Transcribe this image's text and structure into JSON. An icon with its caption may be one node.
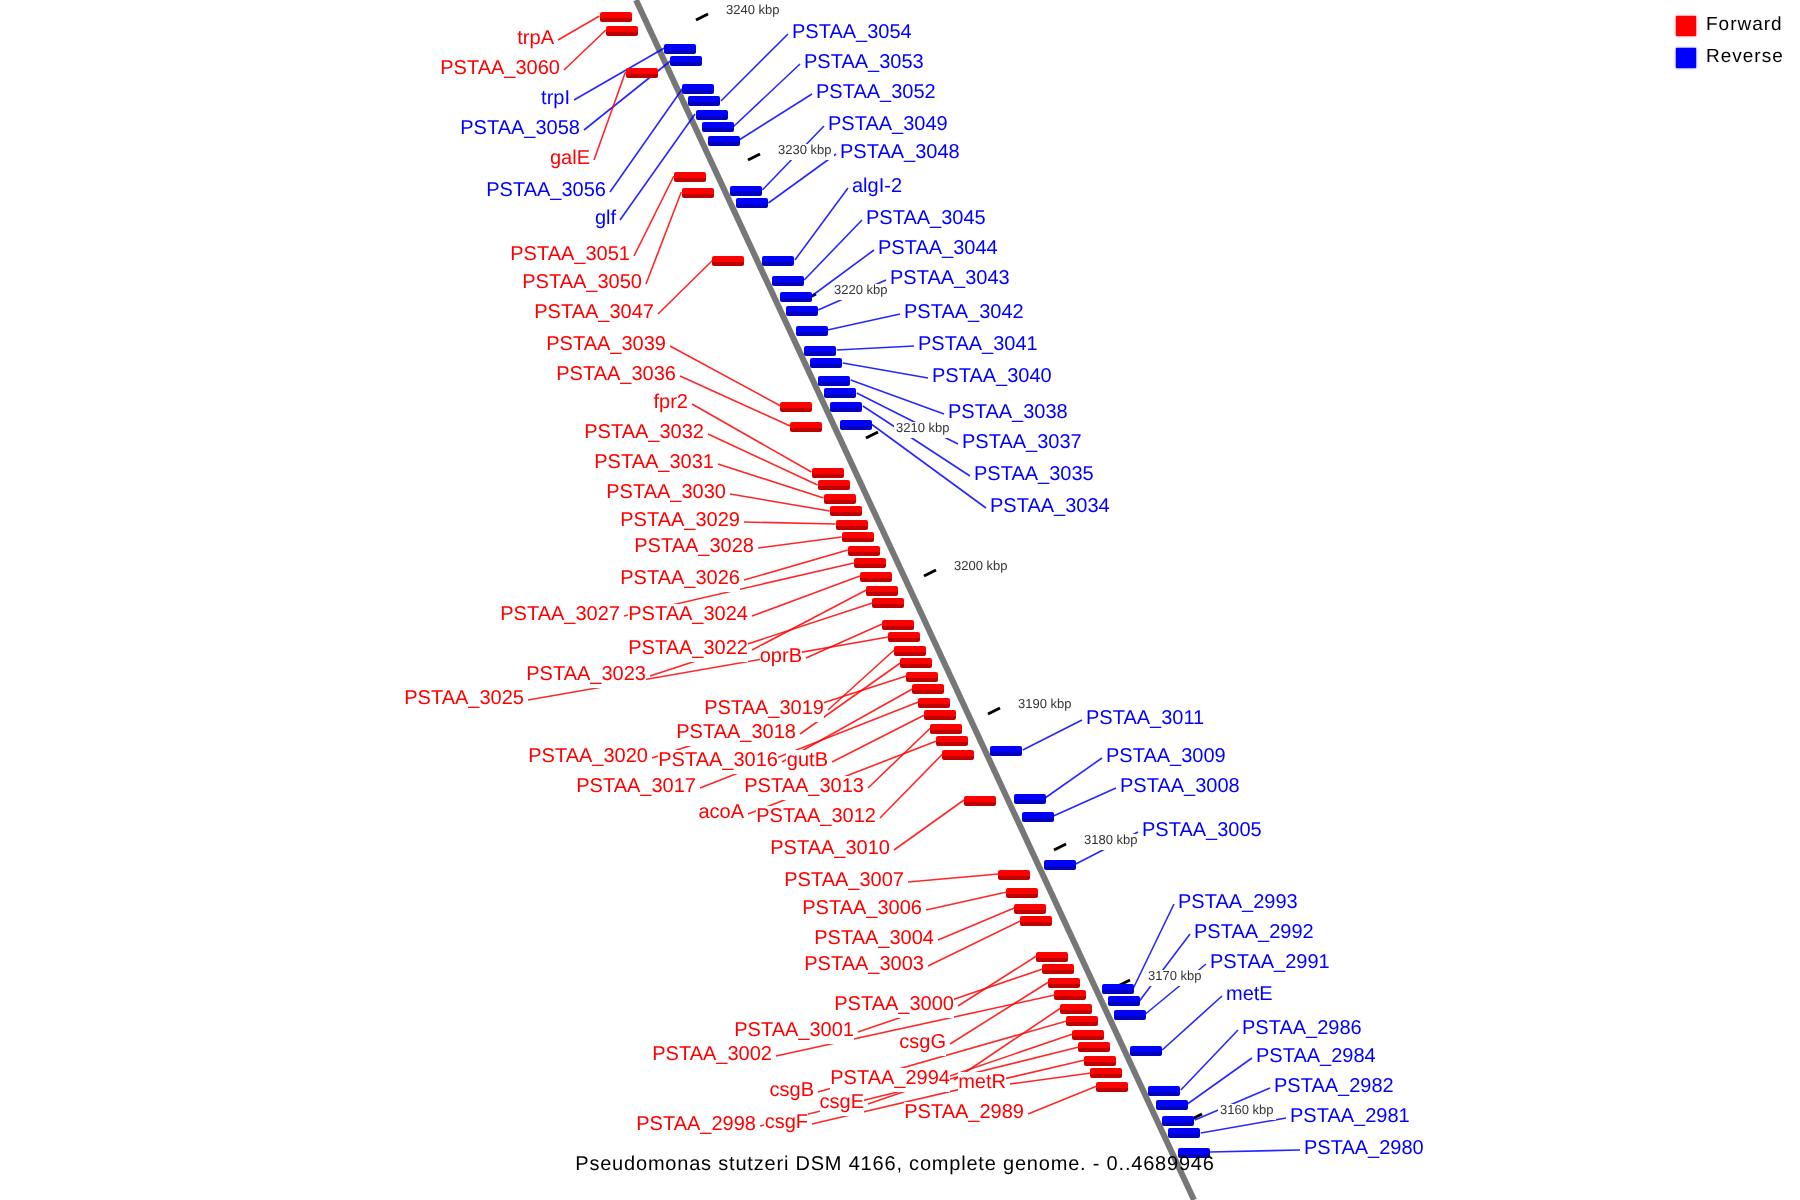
{
  "diagram": {
    "caption": "Pseudomonas stutzeri DSM 4166, complete genome. - 0..4689946",
    "nodes": [
      {
        "text": [
          "trpA"
        ]
      },
      {
        "text": [
          "PSTAA_3060"
        ]
      },
      {
        "text": [
          "trpI"
        ]
      },
      {
        "text": [
          "PSTAA_3058"
        ]
      },
      {
        "text": [
          "galE"
        ]
      },
      {
        "text": [
          "PSTAA_3056"
        ]
      },
      {
        "text": [
          "glf"
        ]
      },
      {
        "text": [
          "PSTAA_3051"
        ]
      },
      {
        "text": [
          "PSTAA_3050"
        ]
      },
      {
        "text": [
          "PSTAA_3047"
        ]
      },
      {
        "text": [
          "PSTAA_3039"
        ]
      },
      {
        "text": [
          "PSTAA_3036"
        ]
      },
      {
        "text": [
          "fpr2"
        ]
      },
      {
        "text": [
          "PSTAA_3032"
        ]
      },
      {
        "text": [
          "PSTAA_3031"
        ]
      },
      {
        "text": [
          "PSTAA_3030"
        ]
      },
      {
        "text": [
          "PSTAA_3029"
        ]
      },
      {
        "text": [
          "PSTAA_3028"
        ]
      },
      {
        "text": [
          "PSTAA_3026"
        ]
      },
      {
        "text": [
          "PSTAA_3027"
        ]
      },
      {
        "text": [
          "PSTAA_3024"
        ]
      },
      {
        "text": [
          "PSTAA_3022"
        ]
      },
      {
        "text": [
          "oprB"
        ]
      },
      {
        "text": [
          "PSTAA_3023"
        ]
      },
      {
        "text": [
          "PSTAA_3025"
        ]
      },
      {
        "text": [
          "PSTAA_3019"
        ]
      },
      {
        "text": [
          "PSTAA_3018"
        ]
      },
      {
        "text": [
          "PSTAA_3020"
        ]
      },
      {
        "text": [
          "PSTAA_3016"
        ]
      },
      {
        "text": [
          "gutB"
        ]
      },
      {
        "text": [
          "PSTAA_3017"
        ]
      },
      {
        "text": [
          "PSTAA_3013"
        ]
      },
      {
        "text": [
          "acoA"
        ]
      },
      {
        "text": [
          "PSTAA_3012"
        ]
      },
      {
        "text": [
          "PSTAA_3010"
        ]
      },
      {
        "text": [
          "PSTAA_3007"
        ]
      },
      {
        "text": [
          "PSTAA_3006"
        ]
      },
      {
        "text": [
          "PSTAA_3004"
        ]
      },
      {
        "text": [
          "PSTAA_3003"
        ]
      },
      {
        "text": [
          "PSTAA_3000"
        ]
      },
      {
        "text": [
          "PSTAA_3001"
        ]
      },
      {
        "text": [
          "csgG"
        ]
      },
      {
        "text": [
          "PSTAA_3002"
        ]
      },
      {
        "text": [
          "PSTAA_2994"
        ]
      },
      {
        "text": [
          "csgB"
        ]
      },
      {
        "text": [
          "metR"
        ]
      },
      {
        "text": [
          "csgE"
        ]
      },
      {
        "text": [
          "PSTAA_2998"
        ]
      },
      {
        "text": [
          "csgF"
        ]
      },
      {
        "text": [
          "PSTAA_2989"
        ]
      },
      {
        "text": [
          "PSTAA_3054"
        ]
      },
      {
        "text": [
          "PSTAA_3053"
        ]
      },
      {
        "text": [
          "PSTAA_3052"
        ]
      },
      {
        "text": [
          "PSTAA_3049"
        ]
      },
      {
        "text": [
          "PSTAA_3048"
        ]
      },
      {
        "text": [
          "algI-2"
        ]
      },
      {
        "text": [
          "PSTAA_3045"
        ]
      },
      {
        "text": [
          "PSTAA_3044"
        ]
      },
      {
        "text": [
          "PSTAA_3043"
        ]
      },
      {
        "text": [
          "PSTAA_3042"
        ]
      },
      {
        "text": [
          "PSTAA_3041"
        ]
      },
      {
        "text": [
          "PSTAA_3040"
        ]
      },
      {
        "text": [
          "PSTAA_3038"
        ]
      },
      {
        "text": [
          "PSTAA_3037"
        ]
      },
      {
        "text": [
          "PSTAA_3035"
        ]
      },
      {
        "text": [
          "PSTAA_3034"
        ]
      },
      {
        "text": [
          "PSTAA_3011"
        ]
      },
      {
        "text": [
          "PSTAA_3009"
        ]
      },
      {
        "text": [
          "PSTAA_3008"
        ]
      },
      {
        "text": [
          "PSTAA_3005"
        ]
      },
      {
        "text": [
          "PSTAA_2993"
        ]
      },
      {
        "text": [
          "PSTAA_2992"
        ]
      },
      {
        "text": [
          "PSTAA_2991"
        ]
      },
      {
        "text": [
          "metE"
        ]
      },
      {
        "text": [
          "PSTAA_2986"
        ]
      },
      {
        "text": [
          "PSTAA_2984"
        ]
      },
      {
        "text": [
          "PSTAA_2982"
        ]
      },
      {
        "text": [
          "PSTAA_2981"
        ]
      },
      {
        "text": [
          "PSTAA_2980"
        ]
      },
      {
        "text": [],
        "shape": "box"
      },
      {
        "text": [],
        "shape": "box"
      },
      {
        "text": [],
        "shape": "box"
      },
      {
        "text": [],
        "shape": "box"
      },
      {
        "text": [],
        "shape": "box"
      },
      {
        "text": [],
        "shape": "box"
      },
      {
        "text": [],
        "shape": "box"
      },
      {
        "text": [],
        "shape": "box"
      },
      {
        "text": [],
        "shape": "box"
      },
      {
        "text": [],
        "shape": "box"
      },
      {
        "text": [],
        "shape": "box"
      },
      {
        "text": [],
        "shape": "box"
      },
      {
        "text": [],
        "shape": "box"
      },
      {
        "text": [],
        "shape": "box"
      },
      {
        "text": [],
        "shape": "box"
      },
      {
        "text": [],
        "shape": "box"
      },
      {
        "text": [],
        "shape": "box"
      },
      {
        "text": [],
        "shape": "box"
      },
      {
        "text": [],
        "shape": "box"
      },
      {
        "text": [],
        "shape": "box"
      },
      {
        "text": [],
        "shape": "box"
      },
      {
        "text": [],
        "shape": "box"
      },
      {
        "text": [],
        "shape": "box"
      },
      {
        "text": [],
        "shape": "box"
      },
      {
        "text": [],
        "shape": "box"
      },
      {
        "text": [],
        "shape": "box"
      },
      {
        "text": [],
        "shape": "box"
      },
      {
        "text": [],
        "shape": "box"
      },
      {
        "text": [],
        "shape": "box"
      },
      {
        "text": [],
        "shape": "box"
      },
      {
        "text": [],
        "shape": "box"
      },
      {
        "text": [],
        "shape": "box"
      },
      {
        "text": [],
        "shape": "box"
      },
      {
        "text": [],
        "shape": "box"
      },
      {
        "text": [],
        "shape": "box"
      },
      {
        "text": [],
        "shape": "box"
      },
      {
        "text": [],
        "shape": "box"
      },
      {
        "text": [],
        "shape": "box"
      },
      {
        "text": [],
        "shape": "box"
      },
      {
        "text": [],
        "shape": "box"
      },
      {
        "text": [],
        "shape": "box"
      },
      {
        "text": [],
        "shape": "box"
      },
      {
        "text": [],
        "shape": "box"
      },
      {
        "text": [],
        "shape": "box"
      },
      {
        "text": [],
        "shape": "box"
      },
      {
        "text": [],
        "shape": "box"
      },
      {
        "text": [],
        "shape": "box"
      },
      {
        "text": [],
        "shape": "box"
      },
      {
        "text": [],
        "shape": "box"
      },
      {
        "text": [],
        "shape": "box"
      },
      {
        "text": [],
        "shape": "box"
      },
      {
        "text": [],
        "shape": "box"
      },
      {
        "text": [],
        "shape": "box"
      },
      {
        "text": [],
        "shape": "box"
      },
      {
        "text": [],
        "shape": "box"
      },
      {
        "text": [],
        "shape": "box"
      },
      {
        "text": [],
        "shape": "box"
      },
      {
        "text": [],
        "shape": "box"
      },
      {
        "text": [],
        "shape": "box"
      },
      {
        "text": [],
        "shape": "box"
      },
      {
        "text": [],
        "shape": "box"
      },
      {
        "text": [],
        "shape": "box"
      },
      {
        "text": [],
        "shape": "box"
      },
      {
        "text": [],
        "shape": "box"
      },
      {
        "text": [],
        "shape": "box"
      },
      {
        "text": [],
        "shape": "box"
      },
      {
        "text": [],
        "shape": "box"
      },
      {
        "text": [],
        "shape": "box"
      },
      {
        "text": [],
        "shape": "box"
      },
      {
        "text": [],
        "shape": "box"
      },
      {
        "text": [],
        "shape": "box"
      },
      {
        "text": [],
        "shape": "box"
      },
      {
        "text": [],
        "shape": "box"
      },
      {
        "text": [],
        "shape": "box"
      },
      {
        "text": [],
        "shape": "box"
      },
      {
        "text": [],
        "shape": "box"
      },
      {
        "text": [],
        "shape": "box"
      },
      {
        "text": [],
        "shape": "box"
      },
      {
        "text": [],
        "shape": "box"
      }
    ],
    "edges": [
      {
        "from": 0,
        "to": 79,
        "arrow": "none"
      },
      {
        "from": 1,
        "to": 80,
        "arrow": "none"
      },
      {
        "from": 2,
        "to": 81,
        "arrow": "none",
        "color": "#0000ff"
      },
      {
        "from": 3,
        "to": 82,
        "arrow": "none",
        "color": "#0000ff"
      },
      {
        "from": 4,
        "to": 83,
        "arrow": "none"
      },
      {
        "from": 5,
        "to": 84,
        "arrow": "none",
        "color": "#0000ff"
      },
      {
        "from": 6,
        "to": 86,
        "arrow": "none",
        "color": "#0000ff"
      },
      {
        "from": 7,
        "to": 89,
        "arrow": "none"
      },
      {
        "from": 8,
        "to": 91,
        "arrow": "none"
      },
      {
        "from": 9,
        "to": 93,
        "arrow": "none"
      },
      {
        "from": 10,
        "to": 103,
        "arrow": "none"
      },
      {
        "from": 11,
        "to": 106,
        "arrow": "none"
      },
      {
        "from": 12,
        "to": 107,
        "arrow": "none"
      },
      {
        "from": 13,
        "to": 108,
        "arrow": "none"
      },
      {
        "from": 14,
        "to": 109,
        "arrow": "none"
      },
      {
        "from": 15,
        "to": 110,
        "arrow": "none"
      },
      {
        "from": 16,
        "to": 111,
        "arrow": "none"
      },
      {
        "from": 17,
        "to": 112,
        "arrow": "none"
      },
      {
        "from": 18,
        "to": 113,
        "arrow": "none"
      },
      {
        "from": 19,
        "to": 114,
        "arrow": "none"
      },
      {
        "from": 20,
        "to": 115,
        "arrow": "none"
      },
      {
        "from": 21,
        "to": 116,
        "arrow": "none"
      },
      {
        "from": 22,
        "to": 118,
        "arrow": "none"
      },
      {
        "from": 23,
        "to": 117,
        "arrow": "none"
      },
      {
        "from": 24,
        "to": 119,
        "arrow": "none"
      },
      {
        "from": 25,
        "to": 120,
        "arrow": "none"
      },
      {
        "from": 26,
        "to": 121,
        "arrow": "none"
      },
      {
        "from": 27,
        "to": 122,
        "arrow": "none"
      },
      {
        "from": 28,
        "to": 123,
        "arrow": "none"
      },
      {
        "from": 29,
        "to": 125,
        "arrow": "none"
      },
      {
        "from": 30,
        "to": 124,
        "arrow": "none"
      },
      {
        "from": 31,
        "to": 126,
        "arrow": "none"
      },
      {
        "from": 32,
        "to": 127,
        "arrow": "none"
      },
      {
        "from": 33,
        "to": 129,
        "arrow": "none"
      },
      {
        "from": 34,
        "to": 131,
        "arrow": "none"
      },
      {
        "from": 35,
        "to": 134,
        "arrow": "none"
      },
      {
        "from": 36,
        "to": 135,
        "arrow": "none"
      },
      {
        "from": 37,
        "to": 136,
        "arrow": "none"
      },
      {
        "from": 38,
        "to": 137,
        "arrow": "none"
      },
      {
        "from": 39,
        "to": 138,
        "arrow": "none"
      },
      {
        "from": 40,
        "to": 139,
        "arrow": "none"
      },
      {
        "from": 41,
        "to": 140,
        "arrow": "none"
      },
      {
        "from": 42,
        "to": 142,
        "arrow": "none"
      },
      {
        "from": 43,
        "to": 144,
        "arrow": "none"
      },
      {
        "from": 44,
        "to": 146,
        "arrow": "none"
      },
      {
        "from": 45,
        "to": 151,
        "arrow": "none"
      },
      {
        "from": 46,
        "to": 147,
        "arrow": "none"
      },
      {
        "from": 47,
        "to": 148,
        "arrow": "none"
      },
      {
        "from": 48,
        "to": 150,
        "arrow": "none"
      },
      {
        "from": 49,
        "to": 152,
        "arrow": "none"
      },
      {
        "from": 50,
        "to": 85,
        "arrow": "none",
        "color": "#0000ff"
      },
      {
        "from": 51,
        "to": 87,
        "arrow": "none",
        "color": "#0000ff"
      },
      {
        "from": 52,
        "to": 88,
        "arrow": "none",
        "color": "#0000ff"
      },
      {
        "from": 53,
        "to": 90,
        "arrow": "none",
        "color": "#0000ff"
      },
      {
        "from": 54,
        "to": 92,
        "arrow": "none",
        "color": "#0000ff"
      },
      {
        "from": 55,
        "to": 94,
        "arrow": "none",
        "color": "#0000ff"
      },
      {
        "from": 56,
        "to": 95,
        "arrow": "none",
        "color": "#0000ff"
      },
      {
        "from": 57,
        "to": 96,
        "arrow": "none",
        "color": "#0000ff"
      },
      {
        "from": 58,
        "to": 97,
        "arrow": "none",
        "color": "#0000ff"
      },
      {
        "from": 59,
        "to": 98,
        "arrow": "none",
        "color": "#0000ff"
      },
      {
        "from": 60,
        "to": 99,
        "arrow": "none",
        "color": "#0000ff"
      },
      {
        "from": 61,
        "to": 100,
        "arrow": "none",
        "color": "#0000ff"
      },
      {
        "from": 62,
        "to": 101,
        "arrow": "none",
        "color": "#0000ff"
      },
      {
        "from": 63,
        "to": 102,
        "arrow": "none",
        "color": "#0000ff"
      },
      {
        "from": 64,
        "to": 104,
        "arrow": "none",
        "color": "#0000ff"
      },
      {
        "from": 65,
        "to": 105,
        "arrow": "none",
        "color": "#0000ff"
      },
      {
        "from": 66,
        "to": 128,
        "arrow": "none",
        "color": "#0000ff"
      },
      {
        "from": 67,
        "to": 130,
        "arrow": "none",
        "color": "#0000ff"
      },
      {
        "from": 68,
        "to": 132,
        "arrow": "none",
        "color": "#0000ff"
      },
      {
        "from": 69,
        "to": 133,
        "arrow": "none",
        "color": "#0000ff"
      },
      {
        "from": 70,
        "to": 141,
        "arrow": "none",
        "color": "#0000ff"
      },
      {
        "from": 71,
        "to": 143,
        "arrow": "none",
        "color": "#0000ff"
      },
      {
        "from": 72,
        "to": 145,
        "arrow": "none",
        "color": "#0000ff"
      },
      {
        "from": 73,
        "to": 149,
        "arrow": "none",
        "color": "#0000ff"
      },
      {
        "from": 74,
        "to": 153,
        "arrow": "none",
        "color": "#0000ff"
      },
      {
        "from": 75,
        "to": 154,
        "arrow": "none",
        "color": "#0000ff"
      },
      {
        "from": 76,
        "to": 155,
        "arrow": "none",
        "color": "#0000ff"
      },
      {
        "from": 77,
        "to": 156,
        "arrow": "none",
        "color": "#0000ff"
      },
      {
        "from": 78,
        "to": 157,
        "arrow": "none",
        "color": "#0000ff"
      }
    ],
    "labels": [
      "3240 kbp",
      "3230 kbp",
      "3220 kbp",
      "3210 kbp",
      "3200 kbp",
      "3190 kbp",
      "3180 kbp",
      "3170 kbp",
      "3160 kbp"
    ],
    "legend": [
      {
        "text": "Forward",
        "color": "#ff0000"
      },
      {
        "text": "Reverse",
        "color": "#0000ff"
      }
    ]
  }
}
